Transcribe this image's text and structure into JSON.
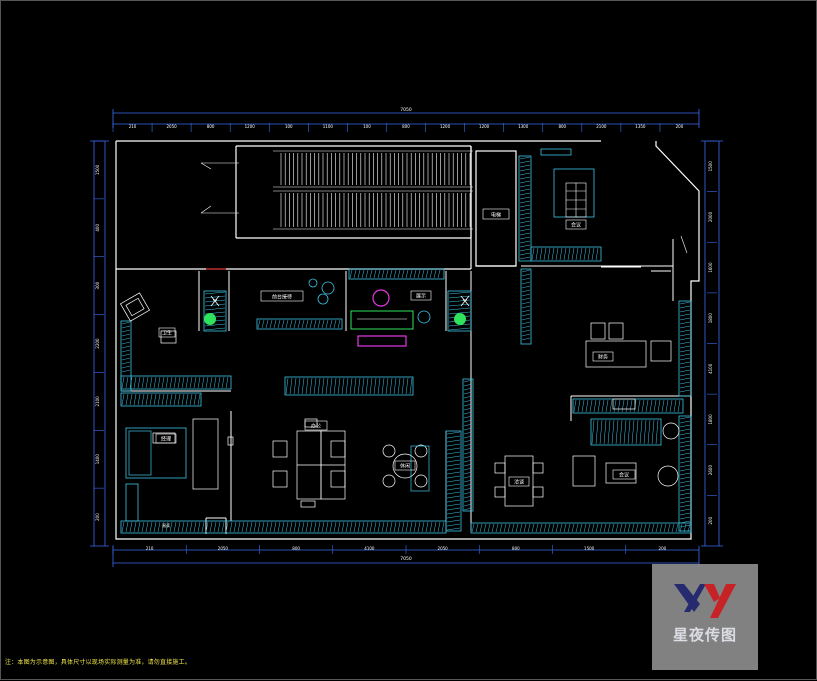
{
  "drawing": {
    "total_width_label": "7050",
    "top_dims": [
      "210",
      "2050",
      "800",
      "1200",
      "100",
      "1100",
      "100",
      "800",
      "1200",
      "1200",
      "1300",
      "800",
      "2100",
      "1350",
      "200"
    ],
    "bottom_dims": [
      "210",
      "2050",
      "800",
      "4100",
      "2050",
      "800",
      "1500",
      "200"
    ],
    "left_dims": [
      "1500",
      "400",
      "300",
      "2200",
      "2100",
      "1400",
      "200"
    ],
    "right_dims": [
      "1500",
      "2000",
      "1600",
      "1800",
      "4100",
      "1800",
      "2600",
      "200"
    ]
  },
  "rooms": {
    "elevator": "电梯",
    "meeting_top": "会议",
    "office_left": "卫生",
    "reception": "前台接待",
    "display": "展示",
    "manager": "经理",
    "finance": "财务",
    "office_area": "办公",
    "negotiation": "洽谈",
    "lounge": "休闲",
    "meeting_right": "会议",
    "reading": "阅读"
  },
  "notes": {
    "footer": "注：本图为示意图，具体尺寸以现场实际测量为准，请勿直接施工。"
  },
  "watermark": {
    "text": "星夜传图"
  },
  "colors": {
    "wall": "#ffffff",
    "furniture": "#3ec6e8",
    "dimension": "#3a6df0",
    "accent_green": "#2fe25b",
    "accent_magenta": "#e43ae0",
    "red": "#e03a3a"
  }
}
